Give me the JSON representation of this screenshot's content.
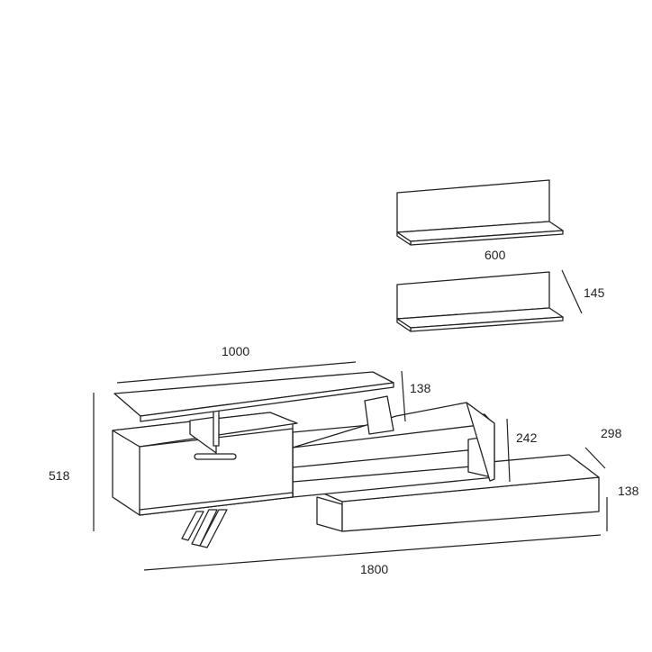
{
  "dimensions": {
    "wall_shelf_width": "600",
    "wall_shelf_depth": "145",
    "top_shelf_width": "1000",
    "top_shelf_height": "138",
    "middle_height": "242",
    "depth": "298",
    "low_unit_height": "138",
    "total_height": "518",
    "total_width": "1800"
  },
  "colors": {
    "line": "#222222",
    "background": "#ffffff"
  }
}
